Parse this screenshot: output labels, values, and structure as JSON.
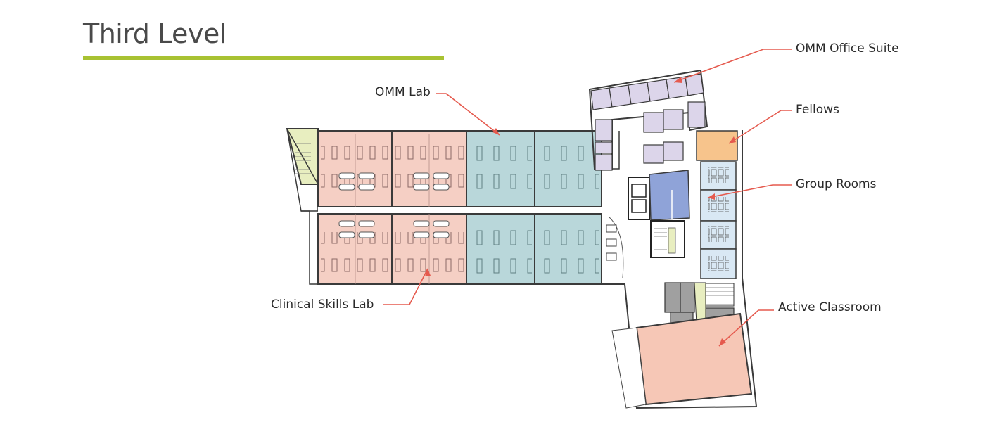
{
  "header": {
    "title": "Third Level",
    "rule_color": "#a8c232"
  },
  "colors": {
    "clinical_skills_lab": "#f5cfc4",
    "omm_lab": "#b9d7da",
    "omm_office_suite": "#dcd5ea",
    "fellows": "#f7c48c",
    "group_rooms": "#d9e8f4",
    "active_classroom": "#f6c7b6",
    "restrooms": "#8fa3d8",
    "stair_yellow": "#e8eec0",
    "service_gray": "#a0a0a0",
    "wall": "#3a3a3a",
    "callout_line": "#e55a4e"
  },
  "callouts": [
    {
      "id": "omm-office-suite",
      "label": "OMM Office Suite"
    },
    {
      "id": "fellows",
      "label": "Fellows"
    },
    {
      "id": "group-rooms",
      "label": "Group Rooms"
    },
    {
      "id": "active-classroom",
      "label": "Active Classroom"
    },
    {
      "id": "omm-lab",
      "label": "OMM Lab"
    },
    {
      "id": "clinical-skills-lab",
      "label": "Clinical Skills Lab"
    }
  ]
}
